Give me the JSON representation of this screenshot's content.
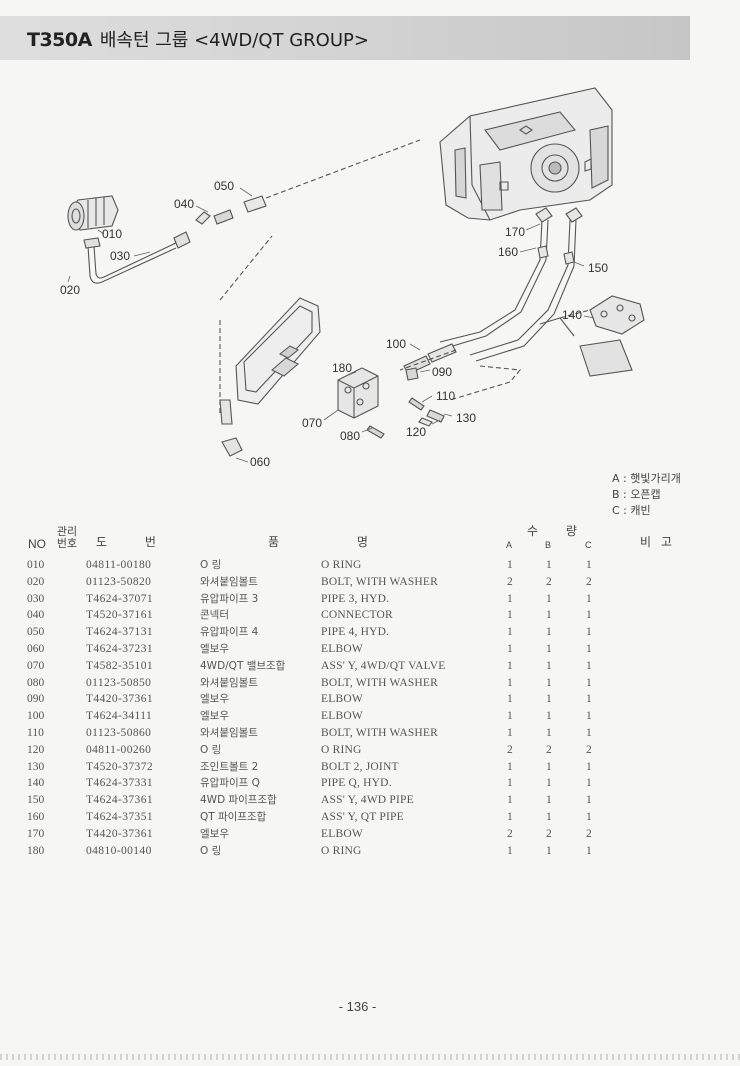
{
  "header": {
    "model": "T350A",
    "title": "배속턴 그룹 <4WD/QT GROUP>"
  },
  "diagram": {
    "callouts": [
      "010",
      "020",
      "030",
      "040",
      "050",
      "060",
      "070",
      "080",
      "090",
      "100",
      "110",
      "120",
      "130",
      "140",
      "150",
      "160",
      "170",
      "180"
    ]
  },
  "legend": {
    "items": [
      "A : 햇빛가리개",
      "B : 오픈캡",
      "C : 캐빈"
    ]
  },
  "table": {
    "headers": {
      "no": "NO",
      "mgmt": "관리번호",
      "drawing": "도 번",
      "name": "품 명",
      "qty": "수 량",
      "a": "A",
      "b": "B",
      "c": "C",
      "remarks": "비 고"
    },
    "rows": [
      {
        "no": "010",
        "part": "04811-00180",
        "kr": "O 링",
        "en": "O RING",
        "a": "1",
        "b": "1",
        "c": "1"
      },
      {
        "no": "020",
        "part": "01123-50820",
        "kr": "와셔붙임볼트",
        "en": "BOLT, WITH WASHER",
        "a": "2",
        "b": "2",
        "c": "2"
      },
      {
        "no": "030",
        "part": "T4624-37071",
        "kr": "유압파이프 3",
        "en": "PIPE 3, HYD.",
        "a": "1",
        "b": "1",
        "c": "1"
      },
      {
        "no": "040",
        "part": "T4520-37161",
        "kr": "콘넥터",
        "en": "CONNECTOR",
        "a": "1",
        "b": "1",
        "c": "1"
      },
      {
        "no": "050",
        "part": "T4624-37131",
        "kr": "유압파이프 4",
        "en": "PIPE 4, HYD.",
        "a": "1",
        "b": "1",
        "c": "1"
      },
      {
        "no": "060",
        "part": "T4624-37231",
        "kr": "엘보우",
        "en": "ELBOW",
        "a": "1",
        "b": "1",
        "c": "1"
      },
      {
        "no": "070",
        "part": "T4582-35101",
        "kr": "4WD/QT 밸브조합",
        "en": "ASS' Y, 4WD/QT VALVE",
        "a": "1",
        "b": "1",
        "c": "1"
      },
      {
        "no": "080",
        "part": "01123-50850",
        "kr": "와셔붙임볼트",
        "en": "BOLT, WITH WASHER",
        "a": "1",
        "b": "1",
        "c": "1"
      },
      {
        "no": "090",
        "part": "T4420-37361",
        "kr": "엘보우",
        "en": "ELBOW",
        "a": "1",
        "b": "1",
        "c": "1"
      },
      {
        "no": "100",
        "part": "T4624-34111",
        "kr": "엘보우",
        "en": "ELBOW",
        "a": "1",
        "b": "1",
        "c": "1"
      },
      {
        "no": "110",
        "part": "01123-50860",
        "kr": "와셔붙임볼트",
        "en": "BOLT, WITH WASHER",
        "a": "1",
        "b": "1",
        "c": "1"
      },
      {
        "no": "120",
        "part": "04811-00260",
        "kr": "O 링",
        "en": "O RING",
        "a": "2",
        "b": "2",
        "c": "2"
      },
      {
        "no": "130",
        "part": "T4520-37372",
        "kr": "조인트볼트 2",
        "en": "BOLT 2, JOINT",
        "a": "1",
        "b": "1",
        "c": "1"
      },
      {
        "no": "140",
        "part": "T4624-37331",
        "kr": "유압파이프 Q",
        "en": "PIPE Q, HYD.",
        "a": "1",
        "b": "1",
        "c": "1"
      },
      {
        "no": "150",
        "part": "T4624-37361",
        "kr": "4WD 파이프조합",
        "en": "ASS' Y, 4WD PIPE",
        "a": "1",
        "b": "1",
        "c": "1"
      },
      {
        "no": "160",
        "part": "T4624-37351",
        "kr": "QT 파이프조합",
        "en": "ASS' Y, QT PIPE",
        "a": "1",
        "b": "1",
        "c": "1"
      },
      {
        "no": "170",
        "part": "T4420-37361",
        "kr": "엘보우",
        "en": "ELBOW",
        "a": "2",
        "b": "2",
        "c": "2"
      },
      {
        "no": "180",
        "part": "04810-00140",
        "kr": "O 링",
        "en": "O RING",
        "a": "1",
        "b": "1",
        "c": "1"
      }
    ]
  },
  "footer": {
    "page": "- 136 -"
  }
}
